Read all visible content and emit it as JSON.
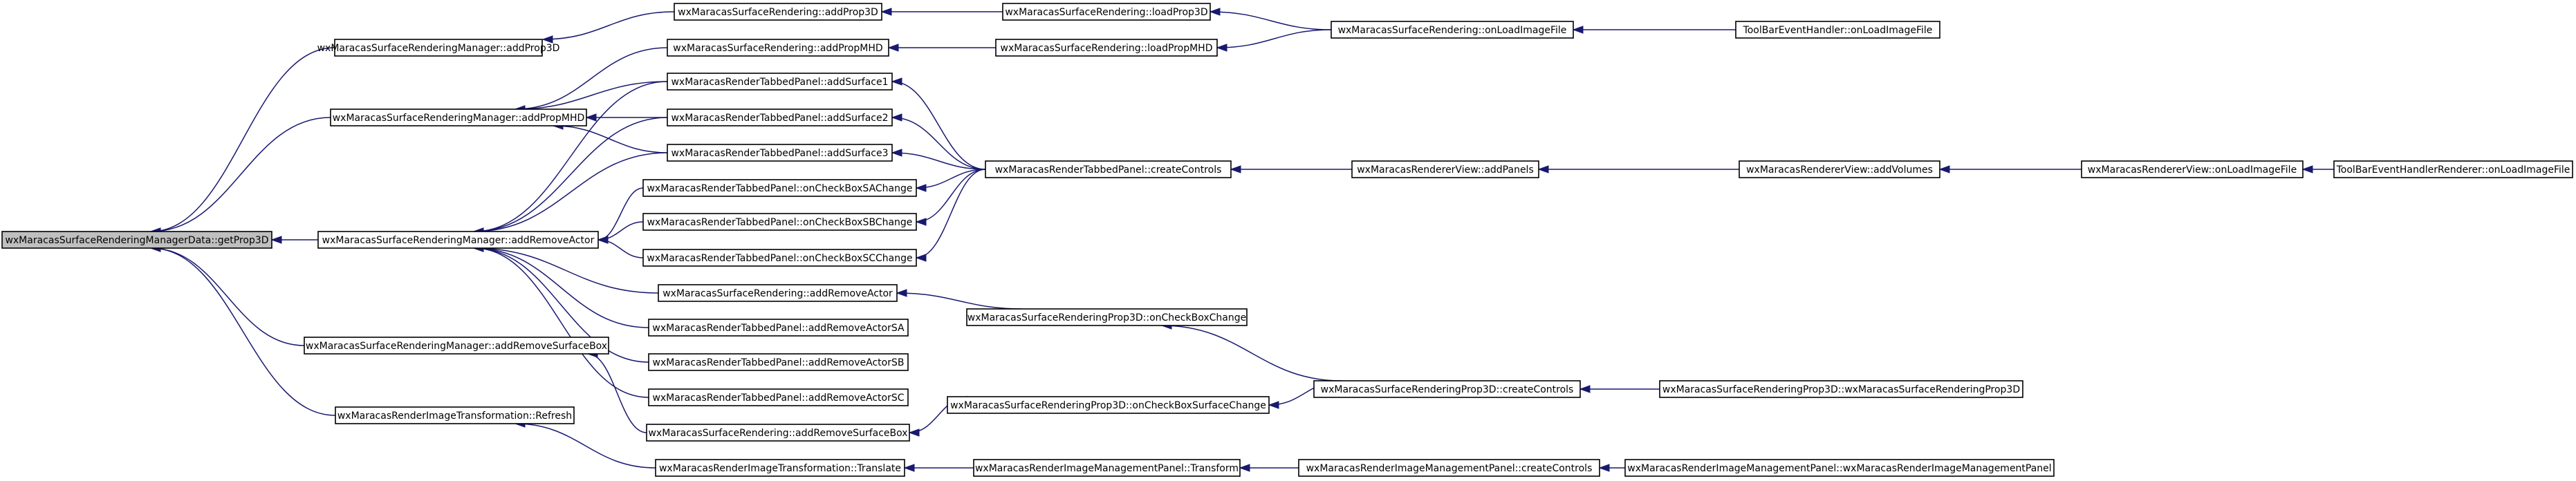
{
  "diagram": {
    "type": "call-graph",
    "colors": {
      "edge": "#191970",
      "node_border": "#000000",
      "node_fill": "#ffffff",
      "root_fill": "#bfbfbf",
      "background": "#ffffff"
    },
    "nodes": [
      {
        "id": "getProp3D",
        "label": "wxMaracasSurfaceRenderingManagerData::getProp3D",
        "root": true
      },
      {
        "id": "mgrAddProp3D",
        "label": "wxMaracasSurfaceRenderingManager::addProp3D"
      },
      {
        "id": "mgrAddPropMHD",
        "label": "wxMaracasSurfaceRenderingManager::addPropMHD"
      },
      {
        "id": "mgrAddRemoveActor",
        "label": "wxMaracasSurfaceRenderingManager::addRemoveActor"
      },
      {
        "id": "mgrAddRemoveSurfaceBox",
        "label": "wxMaracasSurfaceRenderingManager::addRemoveSurfaceBox"
      },
      {
        "id": "imgTransfRefresh",
        "label": "wxMaracasRenderImageTransformation::Refresh"
      },
      {
        "id": "srAddProp3D",
        "label": "wxMaracasSurfaceRendering::addProp3D"
      },
      {
        "id": "srAddPropMHD",
        "label": "wxMaracasSurfaceRendering::addPropMHD"
      },
      {
        "id": "rtpAddSurface1",
        "label": "wxMaracasRenderTabbedPanel::addSurface1"
      },
      {
        "id": "rtpAddSurface2",
        "label": "wxMaracasRenderTabbedPanel::addSurface2"
      },
      {
        "id": "rtpAddSurface3",
        "label": "wxMaracasRenderTabbedPanel::addSurface3"
      },
      {
        "id": "rtpOnCheckSA",
        "label": "wxMaracasRenderTabbedPanel::onCheckBoxSAChange"
      },
      {
        "id": "rtpOnCheckSB",
        "label": "wxMaracasRenderTabbedPanel::onCheckBoxSBChange"
      },
      {
        "id": "rtpOnCheckSC",
        "label": "wxMaracasRenderTabbedPanel::onCheckBoxSCChange"
      },
      {
        "id": "srAddRemoveActor",
        "label": "wxMaracasSurfaceRendering::addRemoveActor"
      },
      {
        "id": "rtpAddRemoveActorSA",
        "label": "wxMaracasRenderTabbedPanel::addRemoveActorSA"
      },
      {
        "id": "rtpAddRemoveActorSB",
        "label": "wxMaracasRenderTabbedPanel::addRemoveActorSB"
      },
      {
        "id": "rtpAddRemoveActorSC",
        "label": "wxMaracasRenderTabbedPanel::addRemoveActorSC"
      },
      {
        "id": "srAddRemoveSurfaceBox",
        "label": "wxMaracasSurfaceRendering::addRemoveSurfaceBox"
      },
      {
        "id": "imgTransfTranslate",
        "label": "wxMaracasRenderImageTransformation::Translate"
      },
      {
        "id": "srLoadProp3D",
        "label": "wxMaracasSurfaceRendering::loadProp3D"
      },
      {
        "id": "srLoadPropMHD",
        "label": "wxMaracasSurfaceRendering::loadPropMHD"
      },
      {
        "id": "rtpCreateControls",
        "label": "wxMaracasRenderTabbedPanel::createControls"
      },
      {
        "id": "srpOnCheckBoxChange",
        "label": "wxMaracasSurfaceRenderingProp3D::onCheckBoxChange"
      },
      {
        "id": "srpOnCheckBoxSurfaceChange",
        "label": "wxMaracasSurfaceRenderingProp3D::onCheckBoxSurfaceChange"
      },
      {
        "id": "rimpTransform",
        "label": "wxMaracasRenderImageManagementPanel::Transform"
      },
      {
        "id": "srOnLoadImageFile",
        "label": "wxMaracasSurfaceRendering::onLoadImageFile"
      },
      {
        "id": "rvAddPanels",
        "label": "wxMaracasRendererView::addPanels"
      },
      {
        "id": "srpCreateControls",
        "label": "wxMaracasSurfaceRenderingProp3D::createControls"
      },
      {
        "id": "rimpCreateControls",
        "label": "wxMaracasRenderImageManagementPanel::createControls"
      },
      {
        "id": "tbOnLoadImageFile",
        "label": "ToolBarEventHandler::onLoadImageFile"
      },
      {
        "id": "rvAddVolumes",
        "label": "wxMaracasRendererView::addVolumes"
      },
      {
        "id": "srpCtor",
        "label": "wxMaracasSurfaceRenderingProp3D::wxMaracasSurfaceRenderingProp3D"
      },
      {
        "id": "rimpCtor",
        "label": "wxMaracasRenderImageManagementPanel::wxMaracasRenderImageManagementPanel"
      },
      {
        "id": "rvOnLoadImageFile",
        "label": "wxMaracasRendererView::onLoadImageFile"
      },
      {
        "id": "tbrOnLoadImageFile",
        "label": "ToolBarEventHandlerRenderer::onLoadImageFile"
      }
    ],
    "edges": [
      [
        "mgrAddProp3D",
        "getProp3D"
      ],
      [
        "mgrAddPropMHD",
        "getProp3D"
      ],
      [
        "mgrAddRemoveActor",
        "getProp3D"
      ],
      [
        "mgrAddRemoveSurfaceBox",
        "getProp3D"
      ],
      [
        "imgTransfRefresh",
        "getProp3D"
      ],
      [
        "srAddProp3D",
        "mgrAddProp3D"
      ],
      [
        "srAddPropMHD",
        "mgrAddPropMHD"
      ],
      [
        "rtpAddSurface1",
        "mgrAddPropMHD"
      ],
      [
        "rtpAddSurface2",
        "mgrAddPropMHD"
      ],
      [
        "rtpAddSurface3",
        "mgrAddPropMHD"
      ],
      [
        "rtpAddSurface1",
        "mgrAddRemoveActor"
      ],
      [
        "rtpAddSurface2",
        "mgrAddRemoveActor"
      ],
      [
        "rtpAddSurface3",
        "mgrAddRemoveActor"
      ],
      [
        "rtpOnCheckSA",
        "mgrAddRemoveActor"
      ],
      [
        "rtpOnCheckSB",
        "mgrAddRemoveActor"
      ],
      [
        "rtpOnCheckSC",
        "mgrAddRemoveActor"
      ],
      [
        "srAddRemoveActor",
        "mgrAddRemoveActor"
      ],
      [
        "rtpAddRemoveActorSA",
        "mgrAddRemoveActor"
      ],
      [
        "rtpAddRemoveActorSB",
        "mgrAddRemoveActor"
      ],
      [
        "rtpAddRemoveActorSC",
        "mgrAddRemoveActor"
      ],
      [
        "srAddRemoveSurfaceBox",
        "mgrAddRemoveSurfaceBox"
      ],
      [
        "imgTransfTranslate",
        "imgTransfRefresh"
      ],
      [
        "srLoadProp3D",
        "srAddProp3D"
      ],
      [
        "srLoadPropMHD",
        "srAddPropMHD"
      ],
      [
        "rtpCreateControls",
        "rtpAddSurface1"
      ],
      [
        "rtpCreateControls",
        "rtpAddSurface2"
      ],
      [
        "rtpCreateControls",
        "rtpAddSurface3"
      ],
      [
        "rtpCreateControls",
        "rtpOnCheckSA"
      ],
      [
        "rtpCreateControls",
        "rtpOnCheckSB"
      ],
      [
        "rtpCreateControls",
        "rtpOnCheckSC"
      ],
      [
        "srpOnCheckBoxChange",
        "srAddRemoveActor"
      ],
      [
        "srpOnCheckBoxSurfaceChange",
        "srAddRemoveSurfaceBox"
      ],
      [
        "rimpTransform",
        "imgTransfTranslate"
      ],
      [
        "srOnLoadImageFile",
        "srLoadProp3D"
      ],
      [
        "srOnLoadImageFile",
        "srLoadPropMHD"
      ],
      [
        "rvAddPanels",
        "rtpCreateControls"
      ],
      [
        "srpCreateControls",
        "srpOnCheckBoxChange"
      ],
      [
        "srpCreateControls",
        "srpOnCheckBoxSurfaceChange"
      ],
      [
        "rimpCreateControls",
        "rimpTransform"
      ],
      [
        "tbOnLoadImageFile",
        "srOnLoadImageFile"
      ],
      [
        "rvAddVolumes",
        "rvAddPanels"
      ],
      [
        "srpCtor",
        "srpCreateControls"
      ],
      [
        "rimpCtor",
        "rimpCreateControls"
      ],
      [
        "rvOnLoadImageFile",
        "rvAddVolumes"
      ],
      [
        "tbrOnLoadImageFile",
        "rvOnLoadImageFile"
      ]
    ]
  }
}
